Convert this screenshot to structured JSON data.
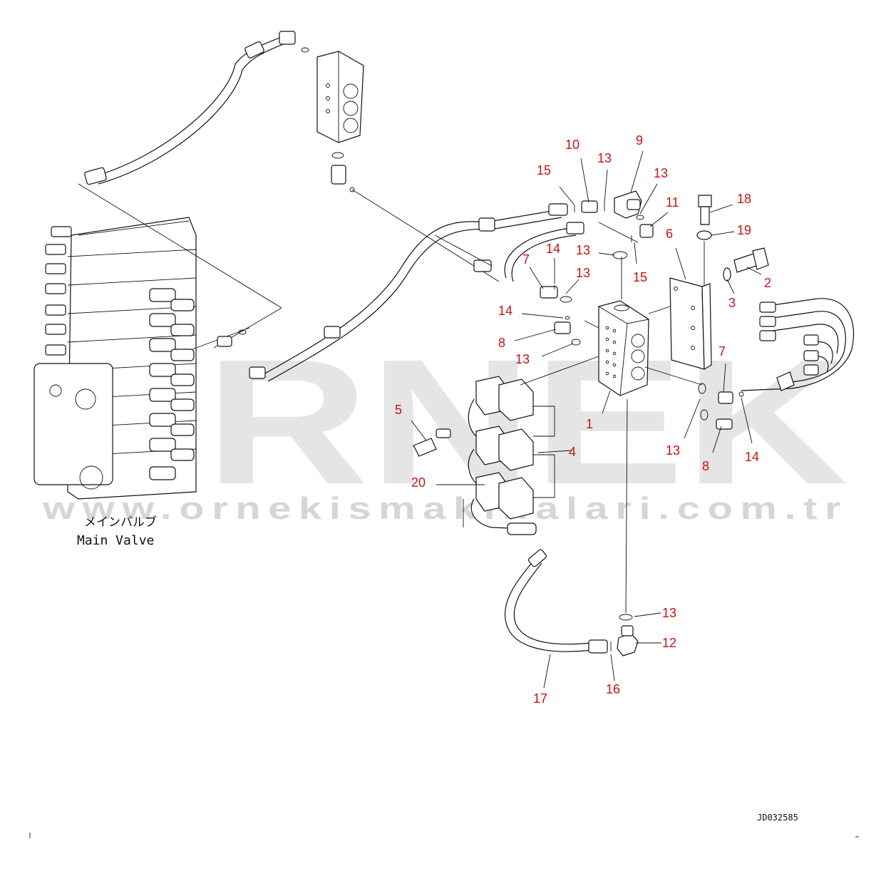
{
  "diagram": {
    "main_valve_label_jp": "メインバルブ",
    "main_valve_label_en": "Main Valve",
    "drawing_code": "JD032585",
    "callouts": [
      {
        "id": "c10",
        "text": "10"
      },
      {
        "id": "c9",
        "text": "9"
      },
      {
        "id": "c15a",
        "text": "15"
      },
      {
        "id": "c13a",
        "text": "13"
      },
      {
        "id": "c13b",
        "text": "13"
      },
      {
        "id": "c11",
        "text": "11"
      },
      {
        "id": "c18",
        "text": "18"
      },
      {
        "id": "c19",
        "text": "19"
      },
      {
        "id": "c6",
        "text": "6"
      },
      {
        "id": "c13c",
        "text": "13"
      },
      {
        "id": "c15b",
        "text": "15"
      },
      {
        "id": "c7a",
        "text": "7"
      },
      {
        "id": "c14a",
        "text": "14"
      },
      {
        "id": "c13d",
        "text": "13"
      },
      {
        "id": "c2",
        "text": "2"
      },
      {
        "id": "c3",
        "text": "3"
      },
      {
        "id": "c14b",
        "text": "14"
      },
      {
        "id": "c8a",
        "text": "8"
      },
      {
        "id": "c13e",
        "text": "13"
      },
      {
        "id": "c7b",
        "text": "7"
      },
      {
        "id": "c1",
        "text": "1"
      },
      {
        "id": "c5",
        "text": "5"
      },
      {
        "id": "c4",
        "text": "4"
      },
      {
        "id": "c13f",
        "text": "13"
      },
      {
        "id": "c14c",
        "text": "14"
      },
      {
        "id": "c8b",
        "text": "8"
      },
      {
        "id": "c20",
        "text": "20"
      },
      {
        "id": "c13g",
        "text": "13"
      },
      {
        "id": "c12",
        "text": "12"
      },
      {
        "id": "c16",
        "text": "16"
      },
      {
        "id": "c17",
        "text": "17"
      }
    ],
    "watermark": {
      "letters": "ORNEK",
      "url": "www.ornekismakinalari.com.tr",
      "accent_color": "#f5c842",
      "color": "#d9d9d9"
    },
    "colors": {
      "callout": "#cc1111",
      "line": "#111111"
    }
  }
}
